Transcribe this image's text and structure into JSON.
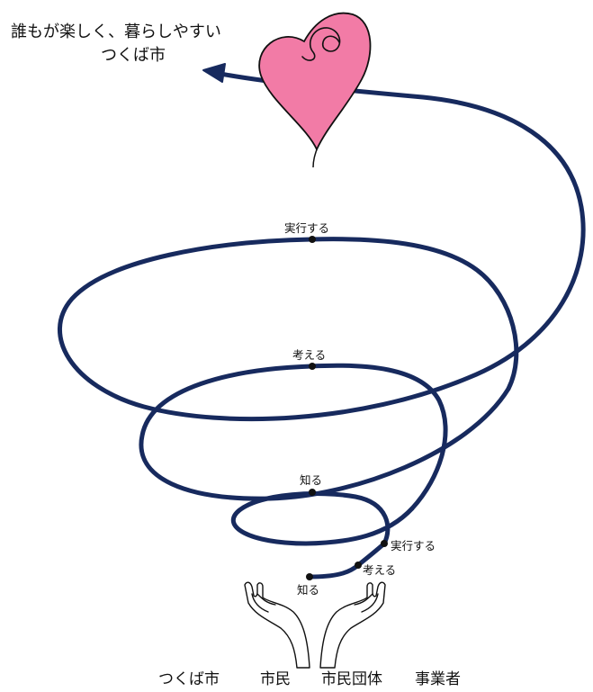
{
  "goal": {
    "line1": "誰もが楽しく、暮らしやすい",
    "line2": "つくば市"
  },
  "steps": {
    "inner_start": "知る",
    "inner_think": "考える",
    "inner_act": "実行する",
    "loop1_know": "知る",
    "loop2_think": "考える",
    "loop3_act": "実行する"
  },
  "actors": [
    "つくば市",
    "市民",
    "市民団体",
    "事業者"
  ],
  "colors": {
    "spiral": "#172a5e",
    "heart_fill": "#f27ba6",
    "outline": "#111111"
  },
  "icons": {
    "heart": "heart-icon",
    "hands": "open-hands-icon"
  }
}
